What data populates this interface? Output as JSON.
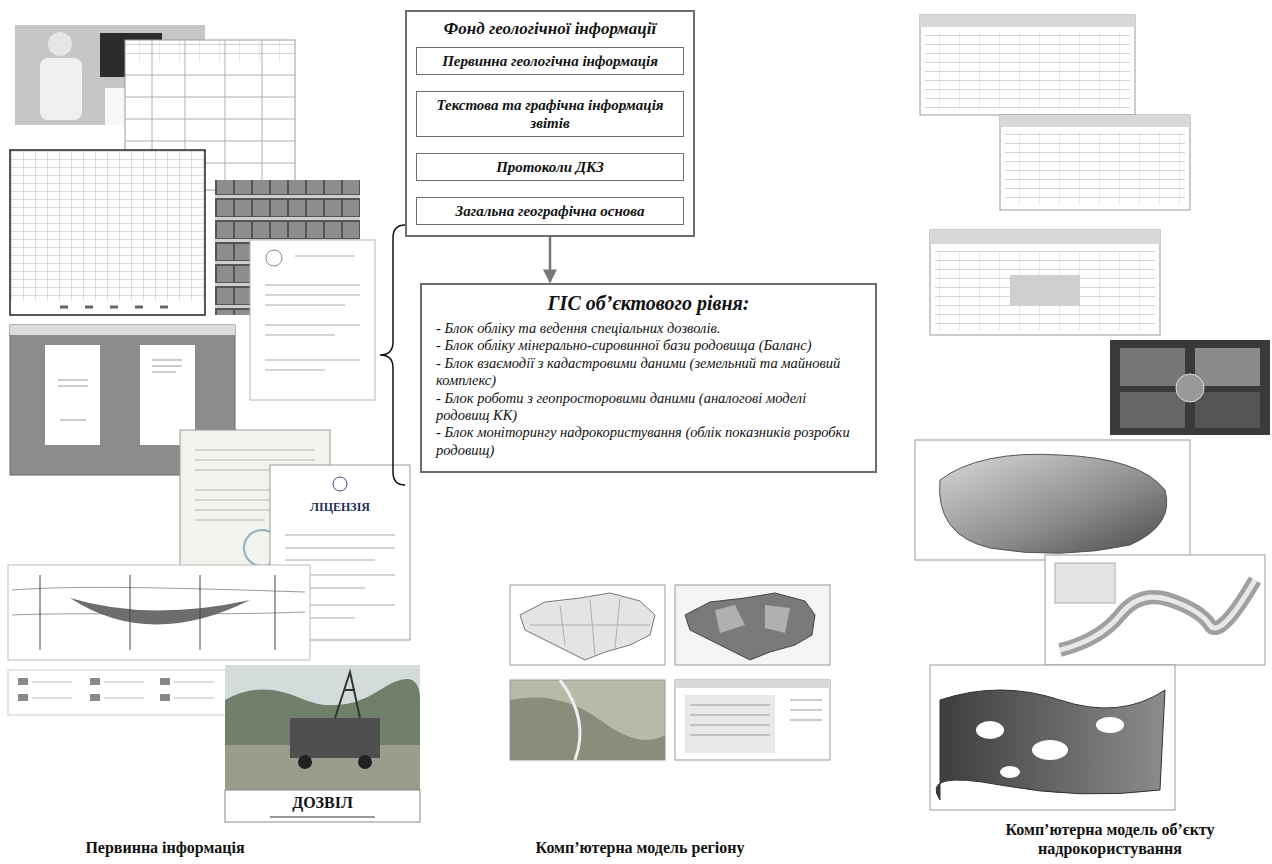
{
  "diagram": {
    "nodes": [
      {
        "text": [
          "Фонд геологічної інформації"
        ]
      },
      {
        "text": [
          "Первинна геологічна інформація"
        ],
        "in": 0
      },
      {
        "text": [
          "Текстова та графічна інформація звітів"
        ],
        "in": 0
      },
      {
        "text": [
          "Протоколи ДКЗ"
        ],
        "in": 0
      },
      {
        "text": [
          "Загальна географічна основа"
        ],
        "in": 0
      },
      {
        "text": [
          "ГІС об’єктового рівня:",
          "- Блок обліку та ведення спеціальних дозволів.",
          "- Блок обліку мінерально-сировинної бази родовища (Баланс)",
          "- Блок взаємодії з кадастровими даними (земельний та майновий комплекс)",
          "- Блок роботи з геопросторовими даними (аналогові моделі родовищ КК)",
          "- Блок моніторингу надрокористування (облік показників розробки родовищ)"
        ]
      }
    ],
    "edges": [
      {
        "from": 0,
        "to": 5,
        "arrow": "to"
      }
    ],
    "labels": [
      "ЛІЦЕНЗІЯ",
      "ДОЗВІЛ",
      "Первинна інформація",
      "Комп’ютерна модель регіону",
      "Комп’ютерна модель об’єкту надрокористування"
    ]
  }
}
